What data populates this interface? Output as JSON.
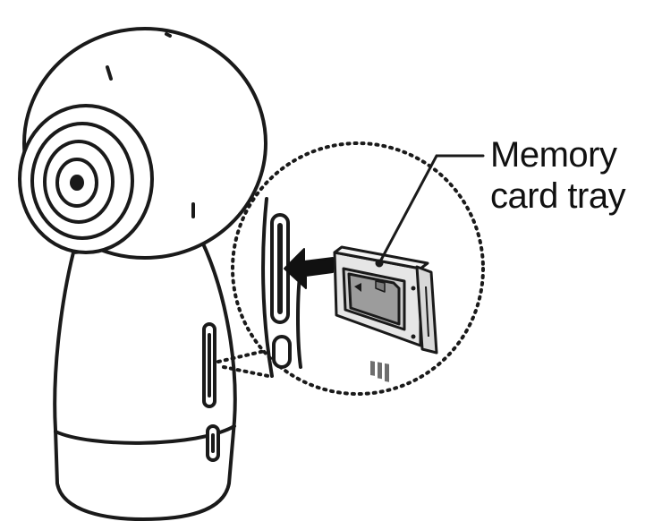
{
  "callout": {
    "line1": "Memory",
    "line2": "card tray"
  },
  "colors": {
    "stroke": "#1a1a1a",
    "fill": "#ffffff",
    "tray_fill": "#e6e6e6",
    "card_fill": "#9c9c9c",
    "card_contact": "#6e6e6e",
    "arrow": "#111111"
  },
  "icons": {
    "camera": "360-camera-illustration",
    "zoom": "dotted-magnifier-circle",
    "arrow": "insert-arrow-icon"
  }
}
